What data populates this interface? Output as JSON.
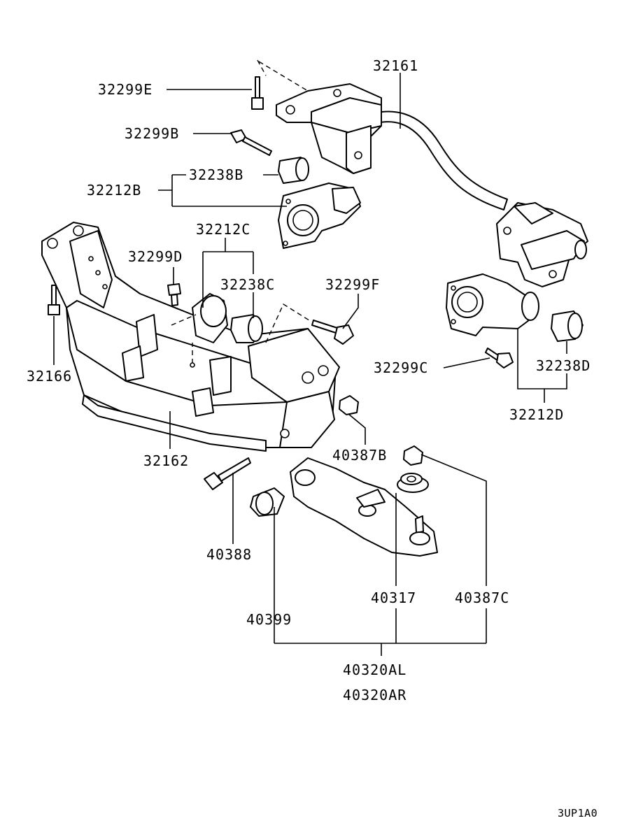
{
  "labels": {
    "p32161": "32161",
    "p32299E": "32299E",
    "p32299B": "32299B",
    "p32238B": "32238B",
    "p32212B": "32212B",
    "p32212C": "32212C",
    "p32299D": "32299D",
    "p32238C": "32238C",
    "p32299F": "32299F",
    "p32166": "32166",
    "p32299C": "32299C",
    "p32238D": "32238D",
    "p32212D": "32212D",
    "p32162": "32162",
    "p40387B": "40387B",
    "p40388": "40388",
    "p40317": "40317",
    "p40387C": "40387C",
    "p40399": "40399",
    "p40320AL": "40320AL",
    "p40320AR": "40320AR"
  },
  "diagram_code": "3UP1A0"
}
